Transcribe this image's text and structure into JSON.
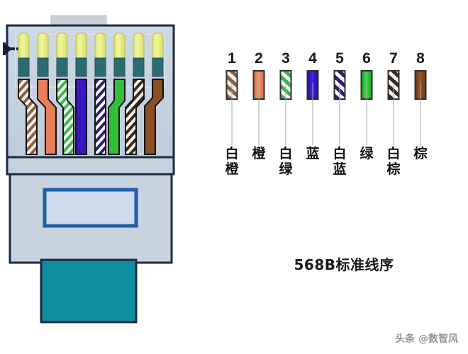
{
  "diagram": {
    "title": "RJ45 568B wiring diagram",
    "connector": {
      "name": "rj45-connector",
      "body_color": "#c2cfdc",
      "outline_color": "#1b2a44",
      "pin_color": "#e9ee7e",
      "pin_tip_color": "#2d6b72",
      "window_border_color": "#1f5fa8",
      "cable_color": "#0e8e9e",
      "tab_color": "#c9ced4",
      "pin_count": 8
    }
  },
  "legend": {
    "title": "568B wire order legend",
    "pins": [
      {
        "number": "1",
        "label_lines": [
          "白",
          "橙"
        ],
        "color_name": "white-orange",
        "striped": true,
        "base_color": "#f7f2ea",
        "stripe_color": "#8a6040"
      },
      {
        "number": "2",
        "label_lines": [
          "橙"
        ],
        "color_name": "orange",
        "striped": false,
        "base_color": "#e8805c",
        "stripe_color": "#e8805c"
      },
      {
        "number": "3",
        "label_lines": [
          "白",
          "绿"
        ],
        "color_name": "white-green",
        "striped": true,
        "base_color": "#f4fbf3",
        "stripe_color": "#3fb34f"
      },
      {
        "number": "4",
        "label_lines": [
          "蓝"
        ],
        "color_name": "blue",
        "striped": false,
        "base_color": "#3b16c4",
        "stripe_color": "#3b16c4"
      },
      {
        "number": "5",
        "label_lines": [
          "白",
          "蓝"
        ],
        "color_name": "white-blue",
        "striped": true,
        "base_color": "#fbfbff",
        "stripe_color": "#2c1f72"
      },
      {
        "number": "6",
        "label_lines": [
          "绿"
        ],
        "color_name": "green",
        "striped": false,
        "base_color": "#2fc03a",
        "stripe_color": "#2fc03a"
      },
      {
        "number": "7",
        "label_lines": [
          "白",
          "棕"
        ],
        "color_name": "white-brown",
        "striped": true,
        "base_color": "#f8f5f1",
        "stripe_color": "#3a2a20"
      },
      {
        "number": "8",
        "label_lines": [
          "棕"
        ],
        "color_name": "brown",
        "striped": false,
        "base_color": "#8a4f22",
        "stripe_color": "#8a4f22"
      }
    ]
  },
  "caption": {
    "text": "568B标准线序"
  },
  "watermark": {
    "text": "头条 @数智风"
  }
}
